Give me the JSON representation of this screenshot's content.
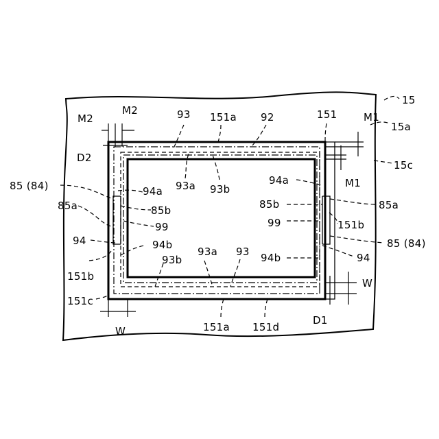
{
  "labels": {
    "fig_ref": "15",
    "area_15a": "15a",
    "area_15c": "15c",
    "m1_top": "M1",
    "m1_bottom": "M1",
    "m2_left": "M2",
    "m2_right": "M2",
    "d2": "D2",
    "d1": "D1",
    "w_right": "W",
    "w_bottom": "W",
    "top_93": "93",
    "top_151a": "151a",
    "top_92": "92",
    "top_151": "151",
    "left_85_84": "85 (84)",
    "left_85a": "85a",
    "left_94": "94",
    "left_151b": "151b",
    "left_151c": "151c",
    "inner_94a_left": "94a",
    "inner_85b_left": "85b",
    "inner_99_left": "99",
    "inner_94b_left": "94b",
    "inner_93a_top": "93a",
    "inner_93b_top": "93b",
    "inner_94a_right": "94a",
    "inner_85b_right": "85b",
    "inner_99_right": "99",
    "inner_94b_right": "94b",
    "right_85a": "85a",
    "right_151b": "151b",
    "right_85_84": "85 (84)",
    "right_94": "94",
    "bottom_93b": "93b",
    "bottom_93a": "93a",
    "bottom_93": "93",
    "bottom_151a": "151a",
    "bottom_151d": "151d"
  }
}
